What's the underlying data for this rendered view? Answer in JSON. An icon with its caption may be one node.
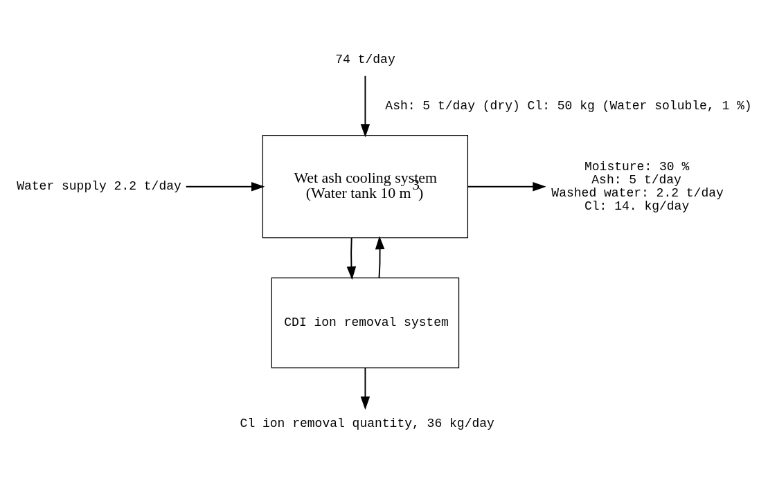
{
  "diagram": {
    "nodes": [
      {
        "text": [
          "74 t/day"
        ]
      },
      {
        "text": [
          "Wet ash cooling system",
          "(Water tank 10 m$^{3}$)"
        ]
      },
      {
        "text": [
          "Water supply 2.2 t/day"
        ]
      },
      {
        "text": [
          "Moisture: 30 %",
          "Ash: 5 t/day",
          "Washed water: 2.2 t/day",
          "Cl: 14. kg/day"
        ]
      },
      {
        "text": [
          "CDI ion removal system"
        ]
      },
      {
        "text": [
          "Cl ion removal quantity, 36 kg/day"
        ]
      }
    ],
    "edges": [
      {
        "from": 0,
        "to": 1,
        "arrow": "to",
        "label": "Ash: 5 t/day (dry) Cl: 50 kg (Water soluble, 1 %)"
      },
      {
        "from": 2,
        "to": 1,
        "arrow": "to"
      },
      {
        "from": 1,
        "to": 3,
        "arrow": "to"
      },
      {
        "from": 1,
        "to": 4,
        "arrow": "to"
      },
      {
        "from": 4,
        "to": 1,
        "arrow": "to"
      },
      {
        "from": 4,
        "to": 5,
        "arrow": "to"
      }
    ]
  }
}
